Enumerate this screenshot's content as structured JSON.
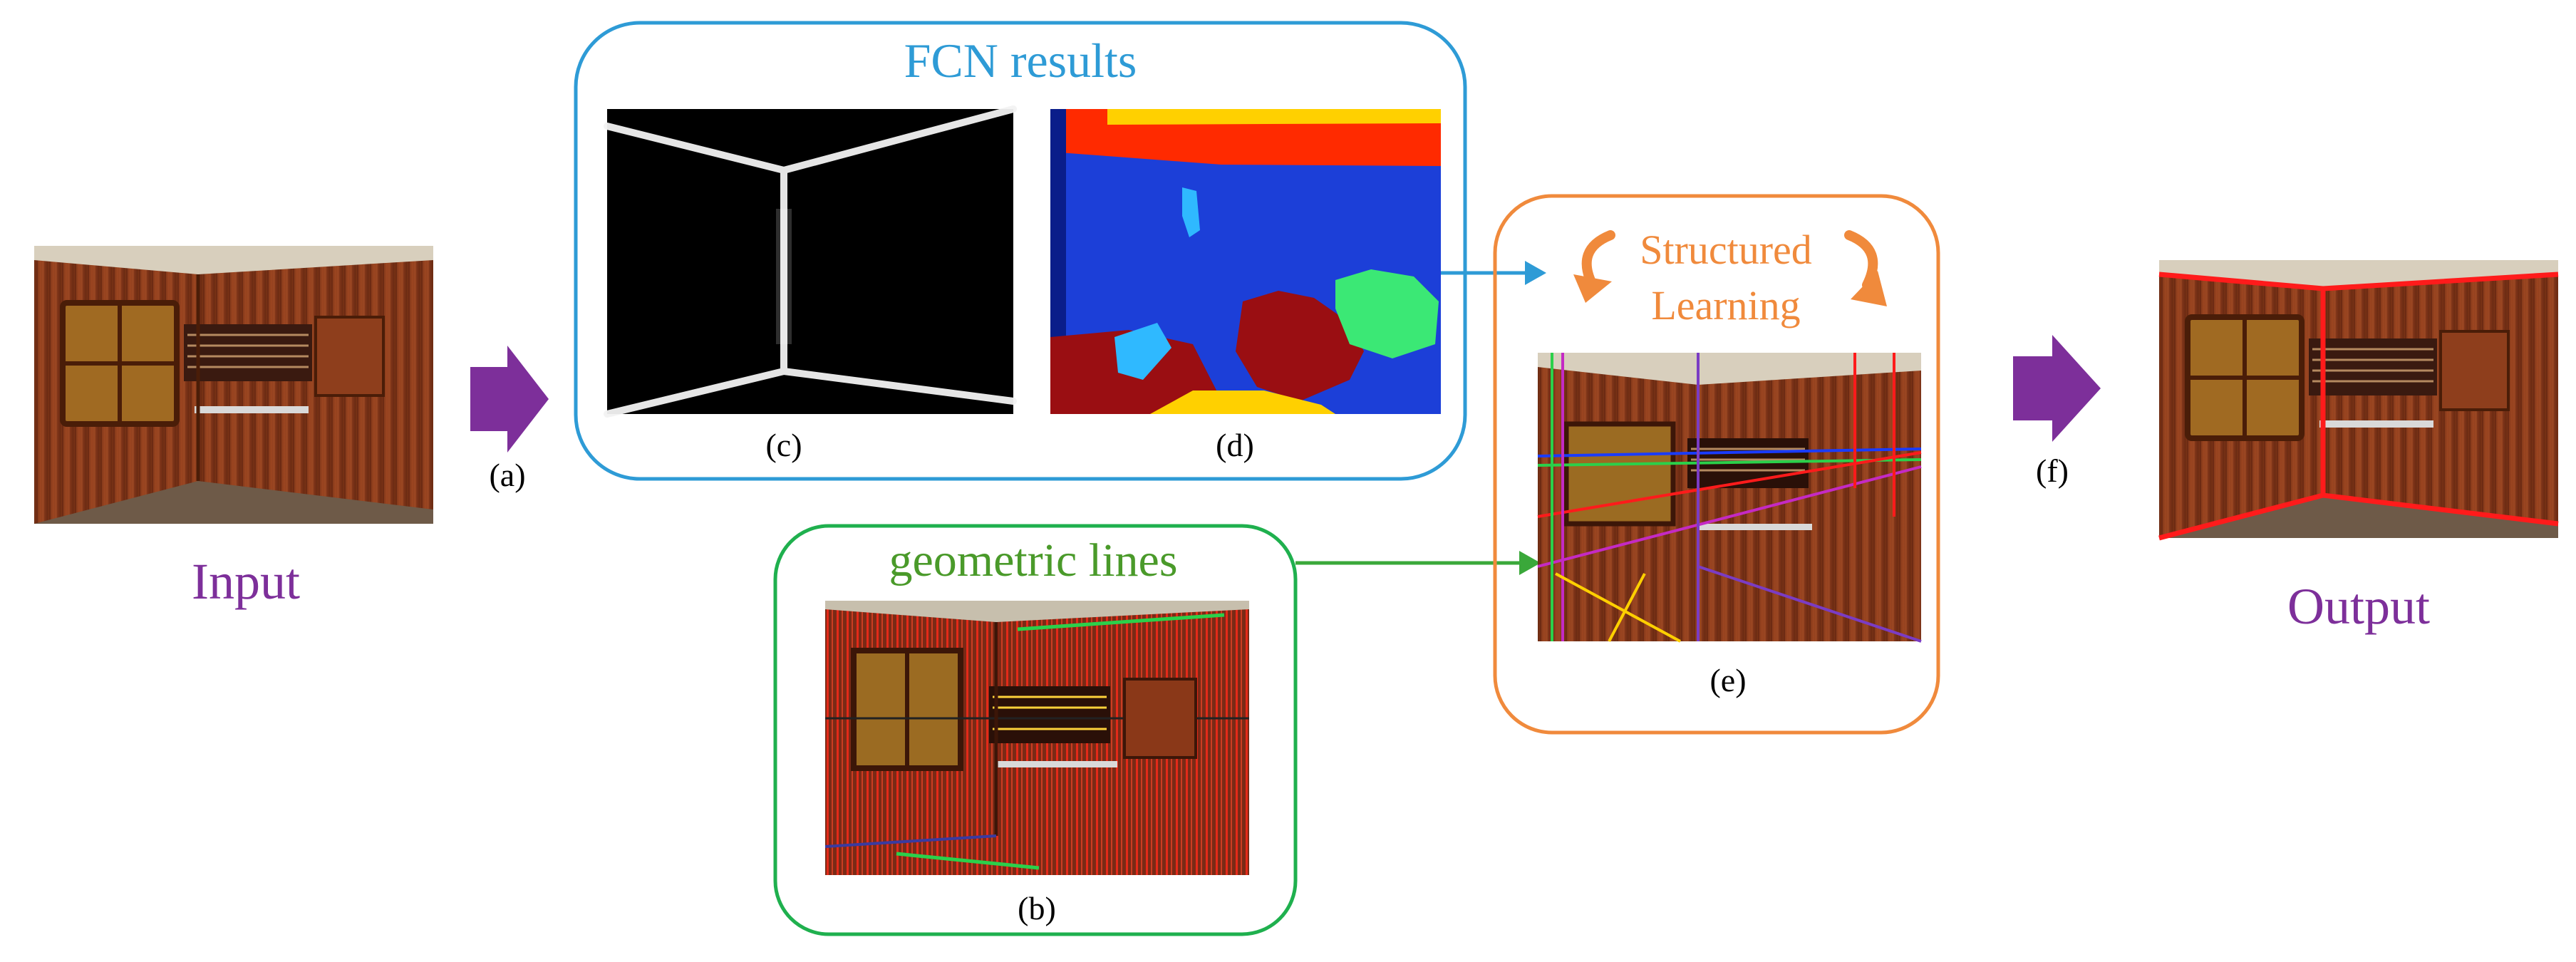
{
  "colors": {
    "purple": "#7d2f9a",
    "blue": "#2e9bd6",
    "green": "#1fb04e",
    "orange": "#f08a3c",
    "wood": "#8a3a1b",
    "ceiling": "#c8bfae",
    "layout_red": "#ff1b1b"
  },
  "input": {
    "label": "Input"
  },
  "output": {
    "label": "Output"
  },
  "fcn": {
    "title": "FCN results",
    "edge_caption": "(c)",
    "segment_caption": "(d)",
    "segment_colors": {
      "wall": "#1c3fd8",
      "ceiling": "#ff2a00",
      "floor": "#ffd000",
      "object": "#9a0e12",
      "cyan": "#2fb9ff",
      "greenish": "#3be875",
      "navy": "#0a1d8a"
    }
  },
  "geometric": {
    "title": "geometric lines",
    "caption": "(b)"
  },
  "structured": {
    "title_line1": "Structured",
    "title_line2": "Learning",
    "caption": "(e)"
  },
  "steps": {
    "a": "(a)",
    "f": "(f)"
  },
  "icons": {
    "arrow_a": "right-arrow-icon",
    "arrow_f": "right-arrow-icon",
    "cycle": "cycle-arrows-icon"
  }
}
